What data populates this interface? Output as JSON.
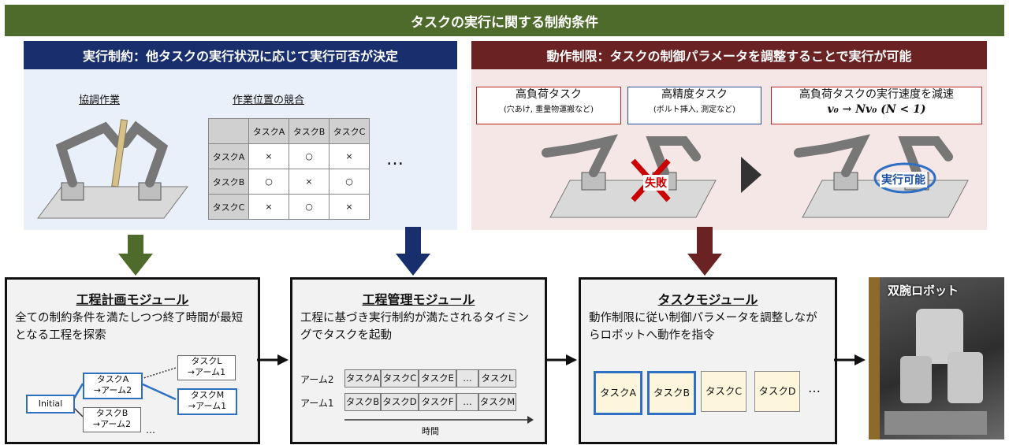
{
  "banner": "タスクの実行に関する制約条件",
  "left_panel": {
    "title": "実行制約：他タスクの実行状況に応じて実行可否が決定",
    "coop_label": "協調作業",
    "conflict_label": "作業位置の競合",
    "table": {
      "cols": [
        "タスクA",
        "タスクB",
        "タスクC"
      ],
      "rows": [
        {
          "name": "タスクA",
          "cells": [
            "×",
            "○",
            "×"
          ]
        },
        {
          "name": "タスクB",
          "cells": [
            "○",
            "×",
            "○"
          ]
        },
        {
          "name": "タスクC",
          "cells": [
            "×",
            "○",
            "×"
          ]
        }
      ]
    },
    "ellipsis": "…"
  },
  "right_panel": {
    "title": "動作制限：タスクの制御パラメータを調整することで実行が可能",
    "heavy": {
      "title": "高負荷タスク",
      "sub": "(穴あけ, 重量物運搬など)"
    },
    "precise": {
      "title": "高精度タスク",
      "sub": "(ボルト挿入, 測定など)"
    },
    "reduce": {
      "title": "高負荷タスクの実行速度を減速",
      "formula": "v₀ → Nv₀  (N < 1)"
    },
    "fail": "失敗",
    "ok": "実行可能"
  },
  "modules": [
    {
      "title": "工程計画モジュール",
      "desc": "全ての制約条件を満たしつつ終了時間が最短となる工程を探索"
    },
    {
      "title": "工程管理モジュール",
      "desc": "工程に基づき実行制約が満たされるタイミングでタスクを起動"
    },
    {
      "title": "タスクモジュール",
      "desc": "動作制限に従い制御パラメータを調整しながらロボットへ動作を指令"
    }
  ],
  "plan_tree": {
    "initial": "Initial",
    "a2": [
      "タスクA",
      "→アーム2"
    ],
    "b2": [
      "タスクB",
      "→アーム2"
    ],
    "l1": [
      "タスクL",
      "→アーム1"
    ],
    "m1": [
      "タスクM",
      "→アーム1"
    ],
    "dots": "…"
  },
  "schedule": {
    "arm2_label": "アーム2",
    "arm1_label": "アーム1",
    "arm2": [
      "タスクA",
      "タスクC",
      "タスクE",
      "…",
      "タスクL"
    ],
    "arm1": [
      "タスクB",
      "タスクD",
      "タスクF",
      "…",
      "タスクM"
    ],
    "time_label": "時間"
  },
  "task_notes": [
    "タスクA",
    "タスクB",
    "タスクC",
    "タスクD"
  ],
  "task_more": "…",
  "photo_label": "双腕ロボット",
  "colors": {
    "banner": "#4f6b2b",
    "blue": "#182e6d",
    "red": "#6a2222",
    "highlight": "#2f6fc4"
  }
}
